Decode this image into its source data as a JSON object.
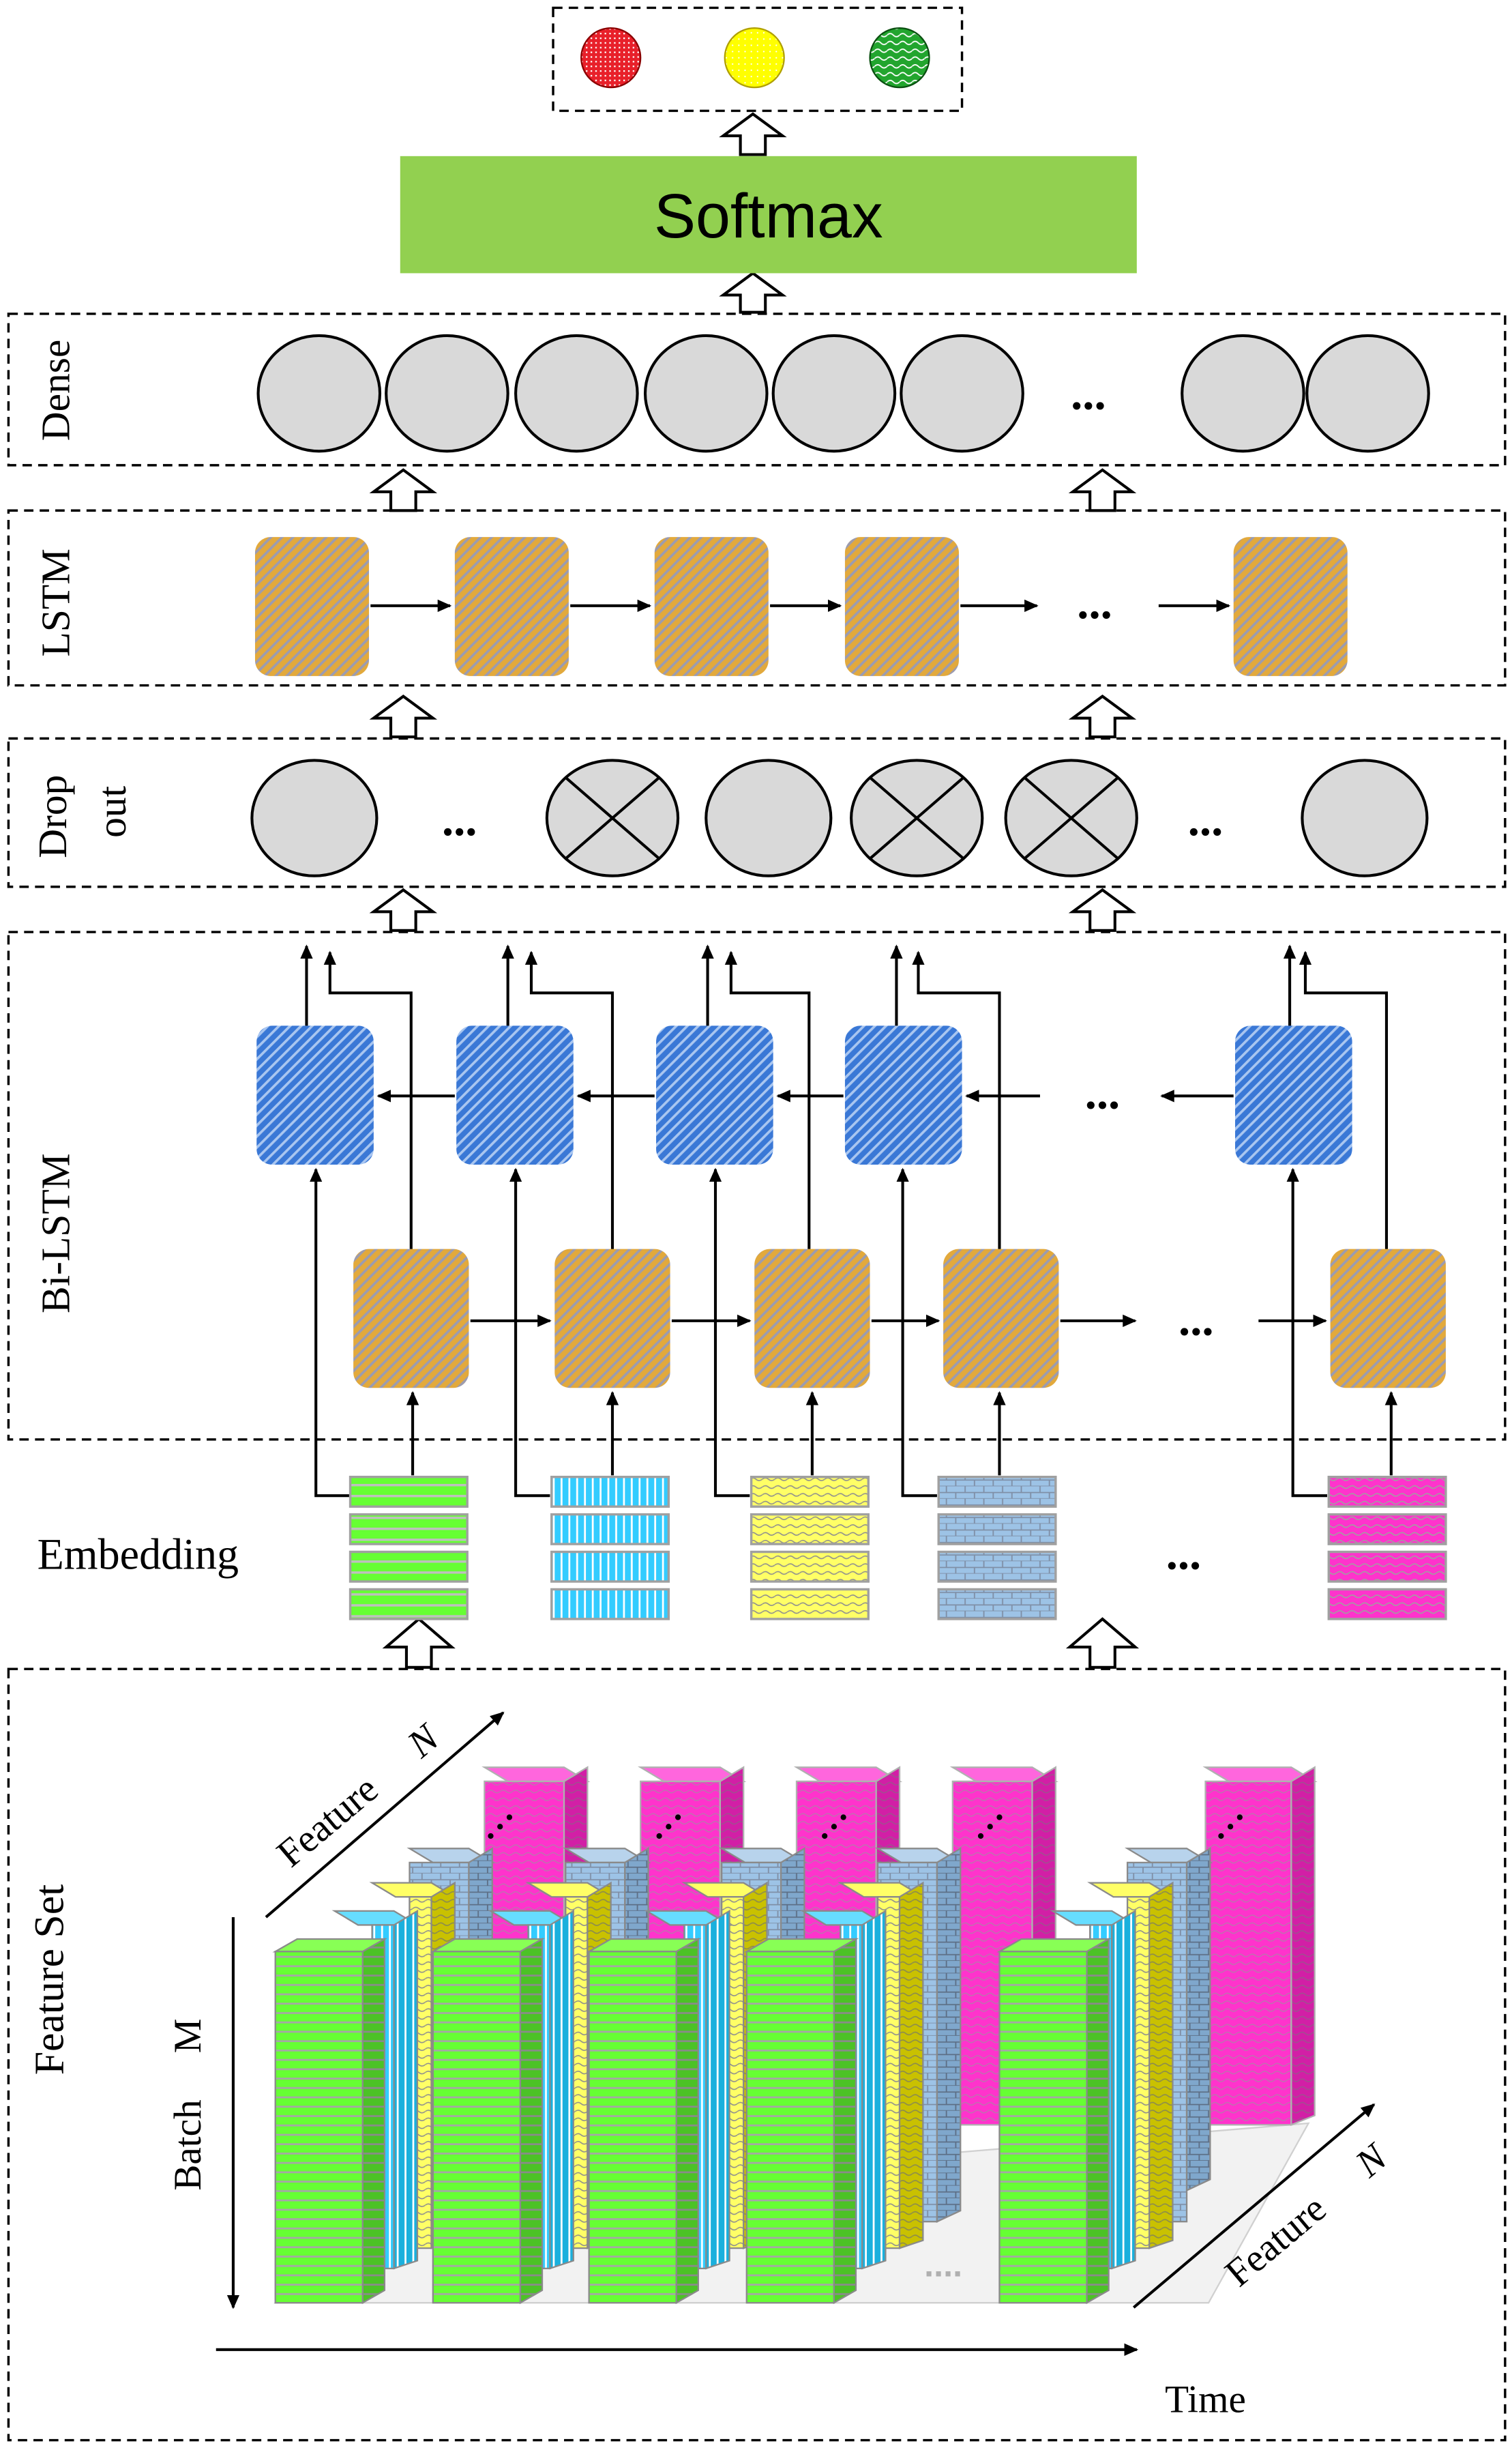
{
  "output": {
    "class_colors": [
      "#e8202a",
      "#ffff00",
      "#22a52e"
    ]
  },
  "softmax": {
    "label": "Softmax",
    "color": "#92d050"
  },
  "dense": {
    "label": "Dense",
    "ellipsis": "..."
  },
  "lstm": {
    "label": "LSTM",
    "ellipsis": "..."
  },
  "dropout": {
    "label_line1": "Drop",
    "label_line2": "out",
    "ellipsis": "..."
  },
  "bilstm": {
    "label": "Bi-LSTM",
    "ellipsis": "..."
  },
  "embedding": {
    "label": "Embedding",
    "ellipsis": "...",
    "colors": [
      "#66ff33",
      "#33ccff",
      "#ffff66",
      "#9dc3e6",
      "#ff33cc"
    ]
  },
  "feature_set": {
    "label": "Feature Set",
    "axis_feature_top": "Feature",
    "axis_feature_top_var": "N",
    "axis_batch": "Batch",
    "axis_batch_var": "M",
    "axis_feature_right": "Feature",
    "axis_feature_right_var": "N",
    "axis_time": "Time",
    "ellipsis": "...."
  },
  "colors": {
    "orange_cell": "#e0a83a",
    "blue_cell": "#3d7bd8",
    "gray_node": "#d9d9d9"
  }
}
